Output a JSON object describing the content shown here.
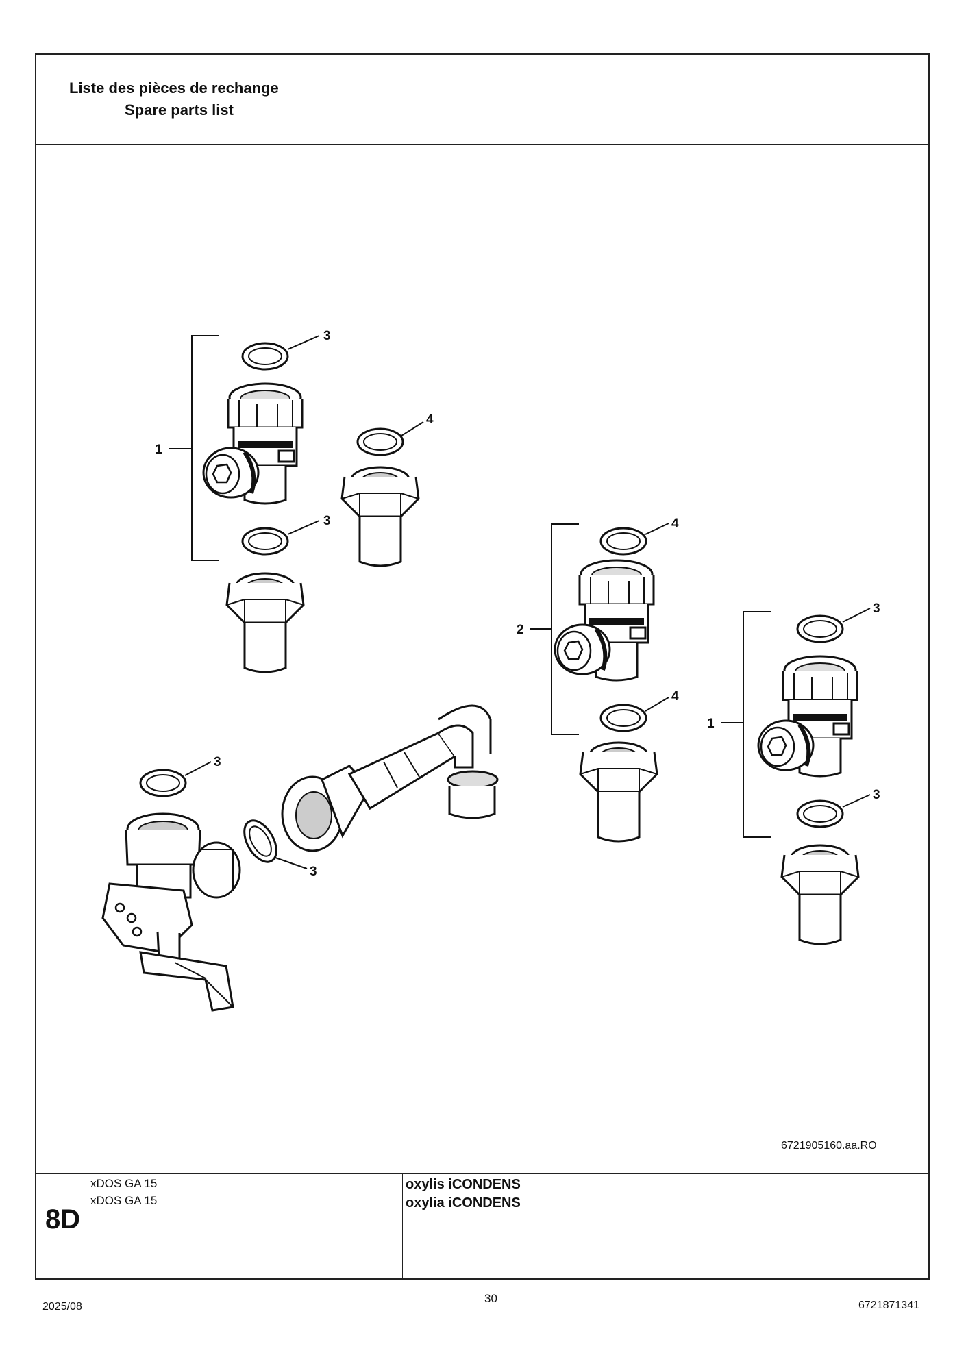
{
  "header": {
    "title_fr": "Liste des pièces de rechange",
    "title_en": "Spare parts list"
  },
  "drawing": {
    "reference": "6721905160.aa.RO",
    "callouts": {
      "c1a": "1",
      "c1b": "1",
      "c2": "2",
      "c3a": "3",
      "c3b": "3",
      "c3c": "3",
      "c3d": "3",
      "c3e": "3",
      "c3f": "3",
      "c4a": "4",
      "c4b": "4",
      "c4c": "4"
    }
  },
  "footer": {
    "section": "8D",
    "models": [
      "xDOS GA 15",
      "xDOS GA 15"
    ],
    "products": [
      "oxylis iCONDENS",
      "oxylia iCONDENS"
    ]
  },
  "page_footer": {
    "date": "2025/08",
    "page_number": "30",
    "doc_number": "6721871341"
  }
}
